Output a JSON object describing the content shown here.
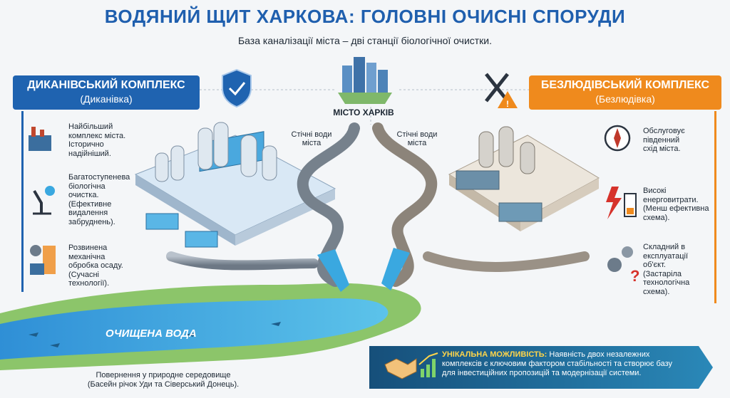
{
  "title": "ВОДЯНИЙ ЩИТ ХАРКОВА: ГОЛОВНІ ОЧИСНІ СПОРУДИ",
  "subtitle": "База каналізації міста – дві станції біологічної очистки.",
  "city": {
    "label": "МІСТО ХАРКІВ"
  },
  "sewage_left": {
    "line1": "Стічні води",
    "line2": "міста"
  },
  "sewage_right": {
    "line1": "Стічні води",
    "line2": "міста"
  },
  "left_complex": {
    "name": "ДИКАНІВСЬКИЙ КОМПЛЕКС",
    "location": "(Диканівка)",
    "features": [
      {
        "icon": "factory-icon",
        "lines": [
          "Найбільший",
          "комплекс міста.",
          "Історично",
          "надійніший."
        ]
      },
      {
        "icon": "microscope-icon",
        "lines": [
          "Багатоступенева",
          "біологічна",
          "очистка.",
          "(Ефективне",
          "видалення",
          "забруднень)."
        ]
      },
      {
        "icon": "gear-press-icon",
        "lines": [
          "Розвинена",
          "механічна",
          "обробка осаду.",
          "(Сучасні",
          "технології)."
        ]
      }
    ]
  },
  "right_complex": {
    "name": "БЕЗЛЮДІВСЬКИЙ КОМПЛЕКС",
    "location": "(Безлюдівка)",
    "features": [
      {
        "icon": "compass-icon",
        "lines": [
          "Обслуговує",
          "південний",
          "схід міста."
        ]
      },
      {
        "icon": "lightning-battery-icon",
        "lines": [
          "Високі",
          "енерговитрати.",
          "(Менш ефективна",
          "схема)."
        ]
      },
      {
        "icon": "gears-question-icon",
        "lines": [
          "Складний в",
          "експлуатації",
          "об'єкт.",
          "(Застаріла",
          "технологічна",
          "схема)."
        ]
      }
    ]
  },
  "river": {
    "label": "ОЧИЩЕНА ВОДА",
    "return_line1": "Повернення у природне середовище",
    "return_line2": "(Басейн річок Уди та Сіверський Донець)."
  },
  "banner": {
    "lead": "УНІКАЛЬНА МОЖЛИВІСТЬ:",
    "line1": "Наявність двох незалежних",
    "line2": "комплексів є ключовим фактором стабільності та створює базу",
    "line3": "для інвестиційних пропозицій та модернізації системи."
  },
  "colors": {
    "blue": "#1f63b0",
    "orange": "#ef8a1d",
    "water": "#3aa8e0",
    "banner": "#1f6d9c"
  }
}
